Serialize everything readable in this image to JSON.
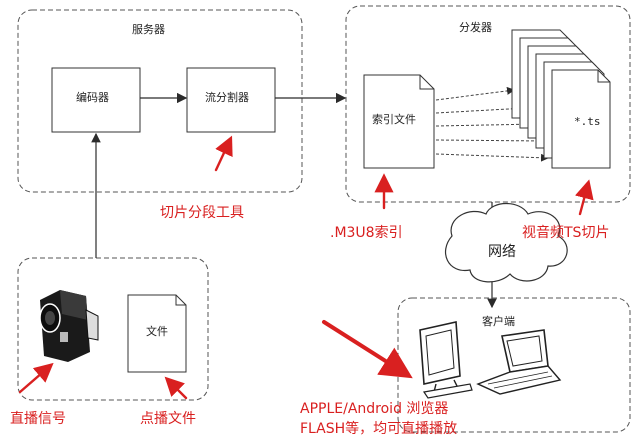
{
  "diagram": {
    "server": {
      "title": "服务器",
      "encoder": "编码器",
      "segmenter": "流分割器"
    },
    "distributor": {
      "title": "分发器",
      "index_file": "索引文件",
      "ts_file": "*.ts"
    },
    "network": "网络",
    "client": {
      "title": "客户端"
    },
    "source": {
      "file": "文件"
    }
  },
  "annotations": {
    "slicing_tool": "切片分段工具",
    "m3u8_index": ".M3U8索引",
    "ts_slices": "视音频TS切片",
    "live_signal": "直播信号",
    "vod_file": "点播文件",
    "players_line1": "APPLE/Android 浏览器",
    "players_line2": "FLASH等，均可直播播放"
  },
  "colors": {
    "annotation": "#d92020",
    "line": "#2b2b2b"
  }
}
